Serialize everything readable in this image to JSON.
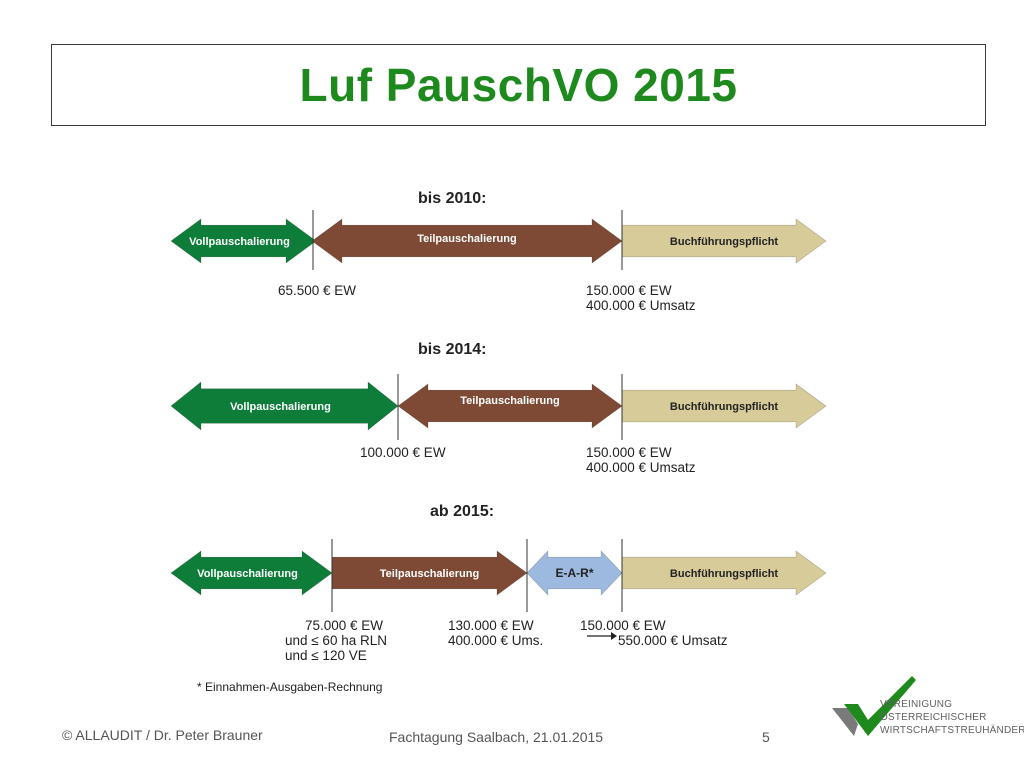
{
  "title": "Luf PauschVO 2015",
  "diagram": {
    "rows": [
      {
        "heading": "bis 2010:",
        "segments": [
          {
            "label": "Vollpauschalierung",
            "color": "#0e7d3a"
          },
          {
            "label": "Teilpauschalierung",
            "color": "#7e4a35"
          },
          {
            "label": "Buchführungspflicht",
            "color": "#d8cb9a"
          }
        ],
        "thresholds": [
          {
            "lines": [
              "65.500 € EW"
            ]
          },
          {
            "lines": [
              "150.000 € EW",
              "400.000 € Umsatz"
            ]
          }
        ]
      },
      {
        "heading": "bis 2014:",
        "segments": [
          {
            "label": "Vollpauschalierung",
            "color": "#0e7d3a"
          },
          {
            "label": "Teilpauschalierung",
            "color": "#7e4a35"
          },
          {
            "label": "Buchführungspflicht",
            "color": "#d8cb9a"
          }
        ],
        "thresholds": [
          {
            "lines": [
              "100.000 € EW"
            ]
          },
          {
            "lines": [
              "150.000 € EW",
              "400.000 € Umsatz"
            ]
          }
        ]
      },
      {
        "heading": "ab 2015:",
        "segments": [
          {
            "label": "Vollpauschalierung",
            "color": "#0e7d3a"
          },
          {
            "label": "Teilpauschalierung",
            "color": "#7e4a35"
          },
          {
            "label": "E-A-R*",
            "color": "#9db9df"
          },
          {
            "label": "Buchführungspflicht",
            "color": "#d8cb9a"
          }
        ],
        "thresholds": [
          {
            "lines": [
              "75.000 € EW",
              "und ≤ 60 ha RLN",
              "und ≤ 120 VE"
            ]
          },
          {
            "lines": [
              "130.000 € EW",
              "400.000 € Ums."
            ]
          },
          {
            "lines": [
              "150.000 € EW",
              "550.000 € Umsatz"
            ]
          }
        ]
      }
    ],
    "footnote": "* Einnahmen-Ausgaben-Rechnung"
  },
  "footer": {
    "left": "© ALLAUDIT / Dr. Peter Brauner",
    "center": "Fachtagung Saalbach, 21.01.2015",
    "page": "5"
  },
  "logo": {
    "lines": [
      "VEREINIGUNG",
      "ÖSTERREICHISCHER",
      "WIRTSCHAFTSTREUHÄNDER"
    ],
    "check_color": "#1e8a1e",
    "shadow_color": "#7a7a7a"
  },
  "colors": {
    "title": "#1e8a1e",
    "text": "#222222"
  }
}
